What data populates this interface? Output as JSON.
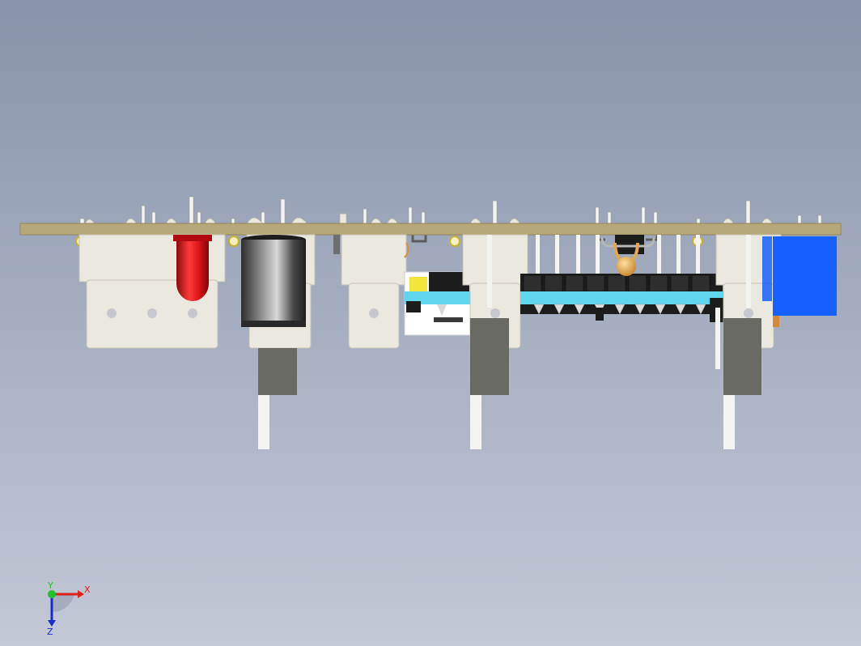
{
  "viewport": {
    "background_top": "#8793aa",
    "background_bottom": "#c3c8d6"
  },
  "triad": {
    "x_label": "X",
    "y_label": "Y",
    "z_label": "Z",
    "x_color": "#e0201a",
    "y_color": "#22c02a",
    "z_color": "#1a2ad0"
  },
  "colors": {
    "board": "#b6a878",
    "connector_body": "#ebe8df",
    "led": "#e0151a",
    "capacitor": "#3a3a3a",
    "header_strip": "#5fd6ee",
    "header_black": "#1c1c1c",
    "pin_dark": "#686a63",
    "pin_white": "#f4f4f2",
    "potentiometer": "#1560ff",
    "gold": "#e2a850",
    "yellow_part": "#f2e63a"
  }
}
